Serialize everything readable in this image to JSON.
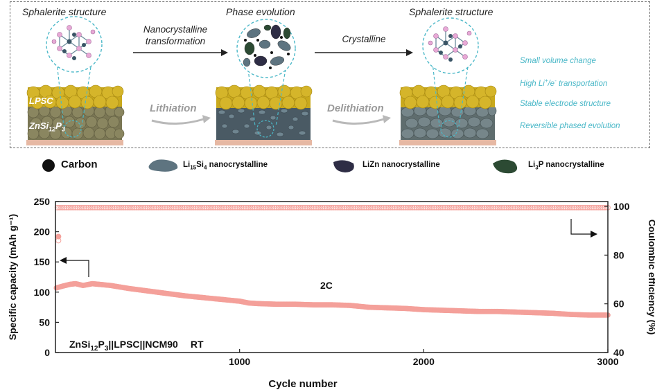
{
  "schematic": {
    "stage1_title": "Sphalerite structure",
    "stage2_title": "Phase evolution",
    "stage3_title": "Sphalerite structure",
    "arrow1_line1": "Nanocrystalline",
    "arrow1_line2": "transformation",
    "arrow2_label": "Crystalline",
    "lithiation": "Lithiation",
    "delithiation": "Delithiation",
    "layer_top": "LPSC",
    "layer_bottom_base": "ZnSi",
    "layer_bottom_sub1": "12",
    "layer_bottom_mid": "P",
    "layer_bottom_sub2": "3",
    "features": {
      "f1": "Small volume change",
      "f2_base": "High Li",
      "f2_sup1": "+",
      "f2_mid": "/e",
      "f2_sup2": "-",
      "f2_end": " transportation",
      "f3": "Stable electrode structure",
      "f4": "Reversible phased evolution"
    },
    "colors": {
      "lpsc": "#c9a91c",
      "active": "#7a7654",
      "nano": "#4a5a64",
      "base": "#e6b8a3",
      "accent": "#4bb8c8"
    }
  },
  "legend": {
    "carbon": "Carbon",
    "li15si4_a": "Li",
    "li15si4_b": "15",
    "li15si4_c": "Si",
    "li15si4_d": "4",
    "li15si4_e": " nanocrystalline",
    "lizn": "LiZn nanocrystalline",
    "li3p_a": "Li",
    "li3p_b": "3",
    "li3p_c": "P nanocrystalline",
    "colors": {
      "carbon": "#111111",
      "li15si4": "#5e7480",
      "lizn": "#2e2d45",
      "li3p": "#2c4a33"
    }
  },
  "chart_data": {
    "type": "scatter",
    "xlabel": "Cycle number",
    "ylabel_left": "Specific capacity (mAh g⁻¹)",
    "ylabel_right": "Coulombic efficiency (%)",
    "xlim": [
      0,
      3000
    ],
    "ylim_left": [
      0,
      250
    ],
    "ylim_right": [
      40,
      102
    ],
    "x_ticks": [
      1000,
      2000,
      3000
    ],
    "y_left_ticks": [
      0,
      50,
      100,
      150,
      200,
      250
    ],
    "y_right_ticks": [
      40,
      60,
      80,
      100
    ],
    "annotation_rate": "2C",
    "cell_label": {
      "a": "ZnSi",
      "b": "12",
      "c": "P",
      "d": "3",
      "e": "||LPSC||NCM90",
      "f": "RT"
    },
    "series": [
      {
        "axis": "left",
        "marker": "filled-circle",
        "color": "#f4a09a",
        "first_point": [
          1,
          192
        ],
        "points": [
          [
            5,
            107
          ],
          [
            40,
            110
          ],
          [
            80,
            113
          ],
          [
            110,
            114
          ],
          [
            150,
            111
          ],
          [
            200,
            114
          ],
          [
            300,
            111
          ],
          [
            400,
            106
          ],
          [
            500,
            102
          ],
          [
            600,
            98
          ],
          [
            700,
            94
          ],
          [
            800,
            91
          ],
          [
            900,
            88
          ],
          [
            1000,
            85
          ],
          [
            1050,
            82
          ],
          [
            1100,
            81
          ],
          [
            1200,
            80
          ],
          [
            1300,
            80
          ],
          [
            1400,
            79
          ],
          [
            1500,
            79
          ],
          [
            1600,
            78
          ],
          [
            1700,
            75
          ],
          [
            1800,
            74
          ],
          [
            1900,
            73
          ],
          [
            2000,
            71
          ],
          [
            2100,
            70
          ],
          [
            2200,
            69
          ],
          [
            2300,
            68
          ],
          [
            2400,
            68
          ],
          [
            2500,
            67
          ],
          [
            2600,
            66
          ],
          [
            2700,
            65
          ],
          [
            2800,
            63
          ],
          [
            2900,
            62
          ],
          [
            3000,
            62
          ]
        ]
      },
      {
        "axis": "right",
        "marker": "open-circle",
        "color": "#f4a09a",
        "first_point": [
          1,
          86
        ],
        "points": [
          [
            10,
            99.5
          ],
          [
            3000,
            99.5
          ]
        ]
      }
    ]
  }
}
